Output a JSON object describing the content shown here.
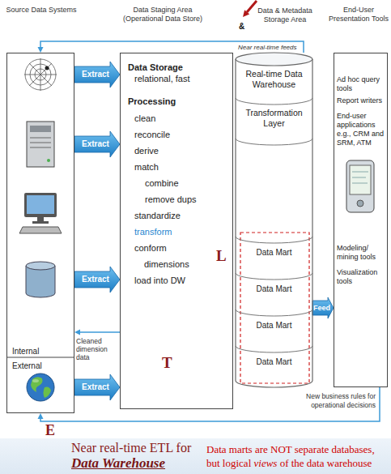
{
  "diagram": {
    "nodes": [
      {
        "text": [
          "Source Data Systems",
          "Internal",
          "External"
        ]
      },
      {
        "text": [
          "Data Staging Area (Operational Data Store)",
          "Data Storage",
          "relational, fast",
          "Processing",
          "clean",
          "reconcile",
          "derive",
          "match",
          "combine",
          "remove dups",
          "standardize",
          "transform",
          "conform dimensions",
          "load into DW"
        ]
      },
      {
        "text": [
          "Data & Metadata Storage Area",
          "Real-time Data Warehouse",
          "Transformation Layer"
        ]
      },
      {
        "text": [
          "Data Mart"
        ],
        "in": 2
      },
      {
        "text": [
          "Data Mart"
        ],
        "in": 2
      },
      {
        "text": [
          "Data Mart"
        ],
        "in": 2
      },
      {
        "text": [
          "Data Mart"
        ],
        "in": 2
      },
      {
        "text": [
          "End-User Presentation Tools",
          "Ad hoc query tools",
          "Report writers",
          "End-user applications e.g., CRM and SRM, ATM",
          "Modeling/ mining tools",
          "Visualization tools"
        ]
      }
    ],
    "edges": [
      {
        "from": 0,
        "to": 1,
        "label": "Extract",
        "arrow": "to"
      },
      {
        "from": 0,
        "to": 1,
        "label": "Extract",
        "arrow": "to"
      },
      {
        "from": 0,
        "to": 1,
        "label": "Extract",
        "arrow": "to"
      },
      {
        "from": 0,
        "to": 1,
        "label": "Extract",
        "arrow": "to"
      },
      {
        "from": 2,
        "to": 0,
        "label": "Near real-time feeds",
        "arrow": "to"
      },
      {
        "from": 1,
        "to": 0,
        "label": "Cleaned dimension data",
        "arrow": "to"
      },
      {
        "from": 2,
        "to": 7,
        "label": "Feed",
        "arrow": "to"
      },
      {
        "from": 7,
        "to": 0,
        "label": "New business rules for operational decisions",
        "arrow": "to"
      }
    ],
    "labels": [
      "&",
      "L",
      "T",
      "E",
      "Near real-time ETL for",
      "Data Warehouse",
      "Data marts are NOT separate databases, but logical",
      "views",
      "of the data warehouse"
    ]
  }
}
